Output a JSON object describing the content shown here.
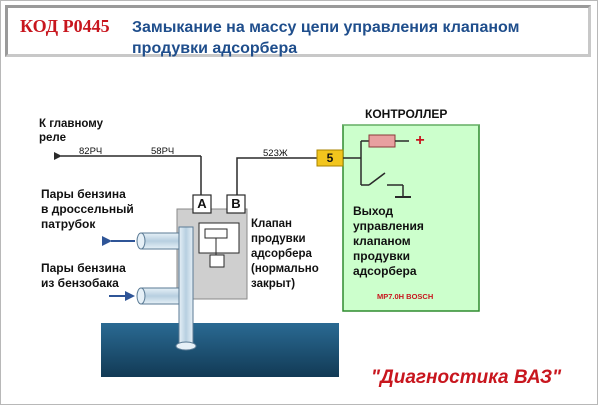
{
  "title": {
    "code": "КОД Р0445",
    "text_line1": "Замыкание на массу цепи управления клапаном",
    "text_line2": "продувки  адсорбера"
  },
  "labels": {
    "main_relay_line1": "К главному",
    "main_relay_line2": "реле",
    "wire_82": "82РЧ",
    "wire_58": "58РЧ",
    "wire_523": "523Ж",
    "pin_a": "А",
    "pin_b": "В",
    "pin_5": "5",
    "plus_sign": "+",
    "controller": "КОНТРОЛЛЕР",
    "controller_output": [
      "Выход",
      "управления",
      "клапаном",
      "продувки",
      "адсорбера"
    ],
    "controller_model": "MP7.0H BOSCH",
    "valve_desc": [
      "Клапан",
      "продувки",
      "адсорбера",
      "(нормально",
      "закрыт)"
    ],
    "vapors_throttle": [
      "Пары бензина",
      "в дроссельный",
      "патрубок"
    ],
    "vapors_tank": [
      "Пары бензина",
      "из бензобака"
    ],
    "brand": "\"Диагностика ВАЗ\""
  },
  "colors": {
    "title_code": "#c8161e",
    "title_text": "#1f4e8c",
    "controller_fill": "#ccffcc",
    "controller_border": "#2e8b2e",
    "pin5_fill": "#f2c51d",
    "valve_body": "#cfcfcf",
    "pipe": "#c9dbe8",
    "base": "#1e5376",
    "resistor": "#e8a0a0",
    "brand": "#c8161e"
  }
}
